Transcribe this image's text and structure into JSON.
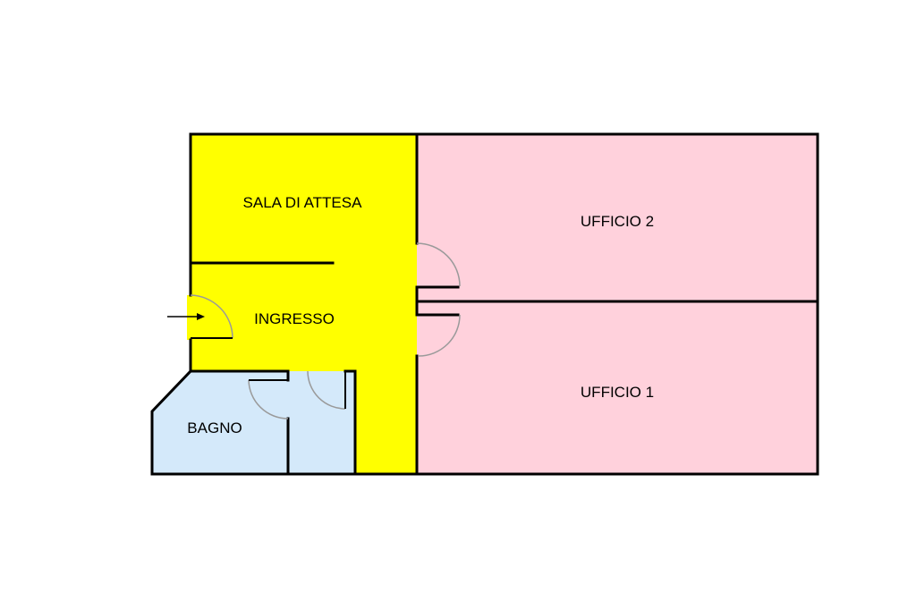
{
  "colors": {
    "corridor_fill": "#ffff00",
    "office_fill": "#ffd1dc",
    "bathroom_fill": "#d4e9fa",
    "wall": "#000000",
    "background": "#ffffff"
  },
  "rooms": {
    "sala_attesa": {
      "label": "SALA DI ATTESA"
    },
    "ingresso": {
      "label": "INGRESSO"
    },
    "ufficio_2": {
      "label": "UFFICIO 2"
    },
    "ufficio_1": {
      "label": "UFFICIO 1"
    },
    "bagno": {
      "label": "BAGNO"
    }
  },
  "entrance_arrow_icon": "arrow-right-icon"
}
